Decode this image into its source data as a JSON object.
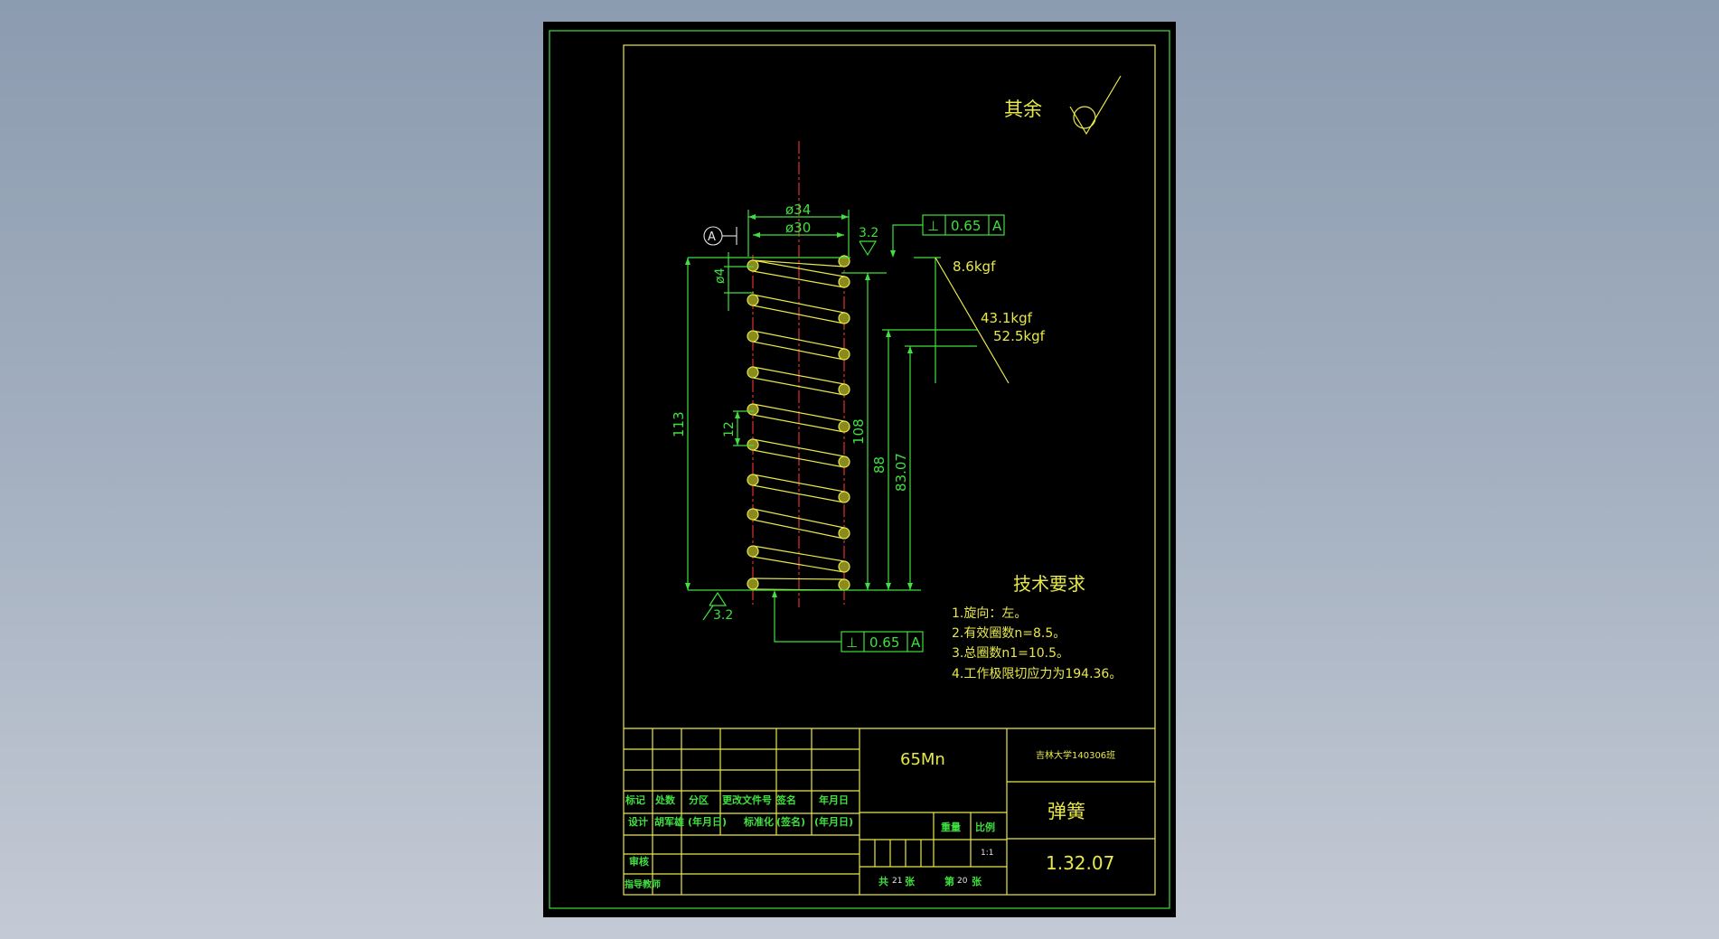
{
  "surface_finish": {
    "label": "其余",
    "top_value": "3.2",
    "bottom_value": "3.2"
  },
  "datum": {
    "letter": "A"
  },
  "dimensions": {
    "outer_diameter": "ø34",
    "inner_diameter": "ø30",
    "wire_diameter": "ø4",
    "pitch": "12",
    "free_length": "113",
    "length_1": "108",
    "length_2": "88",
    "length_3": "83.07"
  },
  "tolerance_top": {
    "symbol": "⊥",
    "value": "0.65",
    "datum": "A"
  },
  "tolerance_bottom": {
    "symbol": "⊥",
    "value": "0.65",
    "datum": "A"
  },
  "loads": {
    "f1": "8.6kgf",
    "f2": "43.1kgf",
    "f3": "52.5kgf"
  },
  "tech_requirements": {
    "title": "技术要求",
    "items": [
      "1.旋向：左。",
      "2.有效圈数n=8.5。",
      "3.总圈数n1=10.5。",
      "4.工作极限切应力为194.36。"
    ]
  },
  "title_block": {
    "material": "65Mn",
    "organization": "吉林大学140306班",
    "part_name": "弹簧",
    "drawing_no": "1.32.07",
    "row_labels": {
      "mark": "标记",
      "count": "处数",
      "zone": "分区",
      "change_doc": "更改文件号",
      "signature": "签名",
      "date": "年月日"
    },
    "design_label": "设计",
    "designer": "胡军雄",
    "design_date": "(年月日)",
    "standard_label": "标准化",
    "standard_sign": "(签名)",
    "standard_date": "(年月日)",
    "weight_label": "重量",
    "scale_label": "比例",
    "scale_value": "1:1",
    "review_label": "审核",
    "advisor_label": "指导教师",
    "total_label": "共",
    "total_sheets": "21",
    "sheet_unit": "张",
    "sheet_label": "第",
    "sheet_no": "20",
    "sheet_unit2": "张"
  },
  "colors": {
    "background": "#000000",
    "border": "#3fe03f",
    "geometry": "#e8e84a",
    "centerline": "#e03030"
  }
}
